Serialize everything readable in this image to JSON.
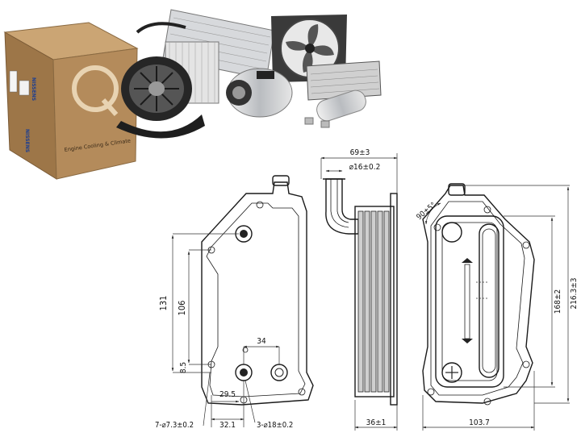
{
  "box": {
    "brand_top": "NISSENS",
    "brand_side": "NISSENS",
    "tagline": "Engine Cooling & Climate"
  },
  "colors": {
    "box_front": "#b38a5a",
    "box_side": "#9a7447",
    "box_top": "#c8a173",
    "metal": "#c9cbcf",
    "dark": "#2b2b2b"
  },
  "front_view": {
    "dim_131": "131",
    "dim_106": "106",
    "dim_8_5": "8.5",
    "dim_34": "34",
    "dim_29_5": "29.5",
    "dim_32_1": "32.1",
    "label_holes_7": "7-⌀7.3±0.2",
    "label_holes_3": "3-⌀18±0.2"
  },
  "side_view": {
    "dim_69": "69±3",
    "dim_16": "⌀16±0.2",
    "dim_36": "36±1"
  },
  "back_view": {
    "dim_90": "90±5°",
    "dim_216": "216.3±3",
    "dim_168": "168±2",
    "dim_103": "103.7"
  }
}
